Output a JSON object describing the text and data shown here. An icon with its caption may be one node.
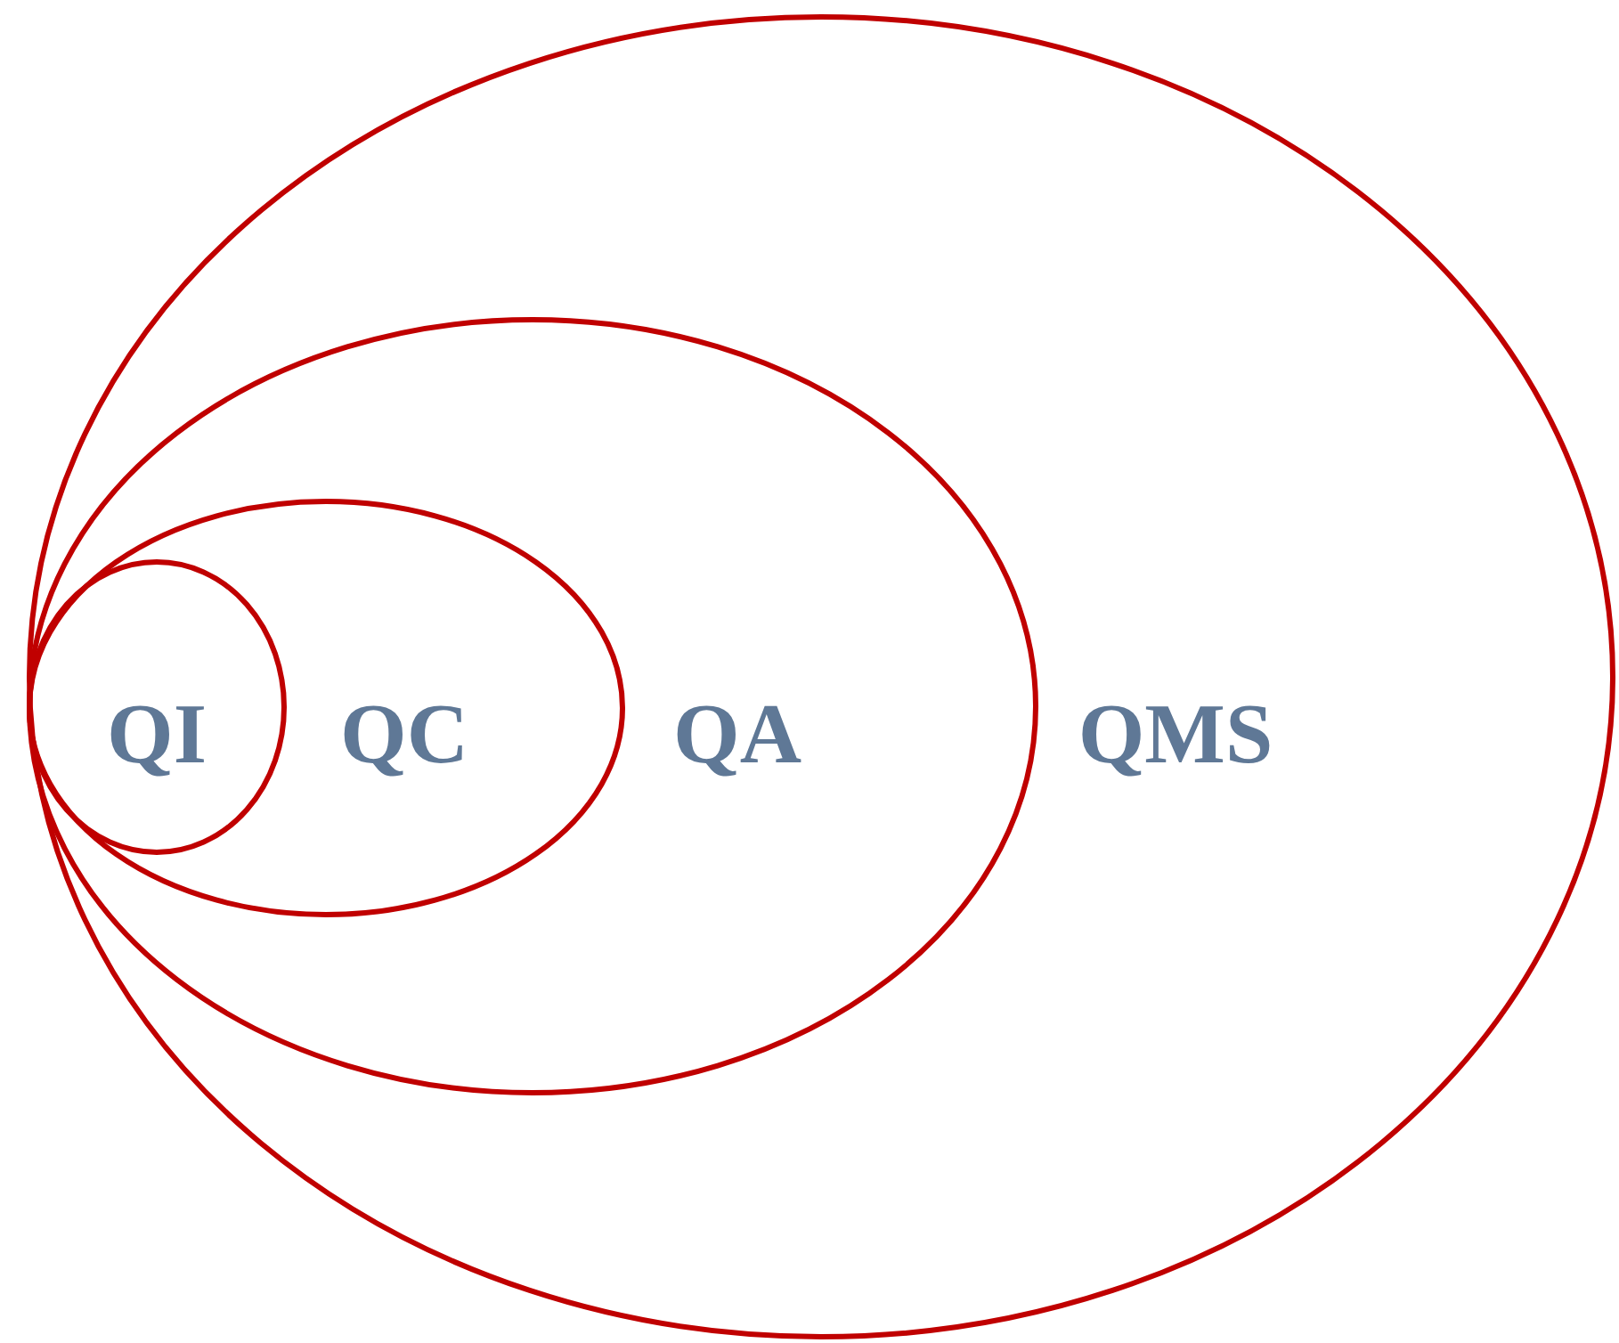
{
  "diagram": {
    "nodes": [
      {
        "text": [
          "QMS"
        ]
      },
      {
        "text": [
          "QA"
        ],
        "in": 0
      },
      {
        "text": [
          "QC"
        ],
        "in": 1
      },
      {
        "text": [
          "QI"
        ],
        "in": 2
      }
    ]
  }
}
